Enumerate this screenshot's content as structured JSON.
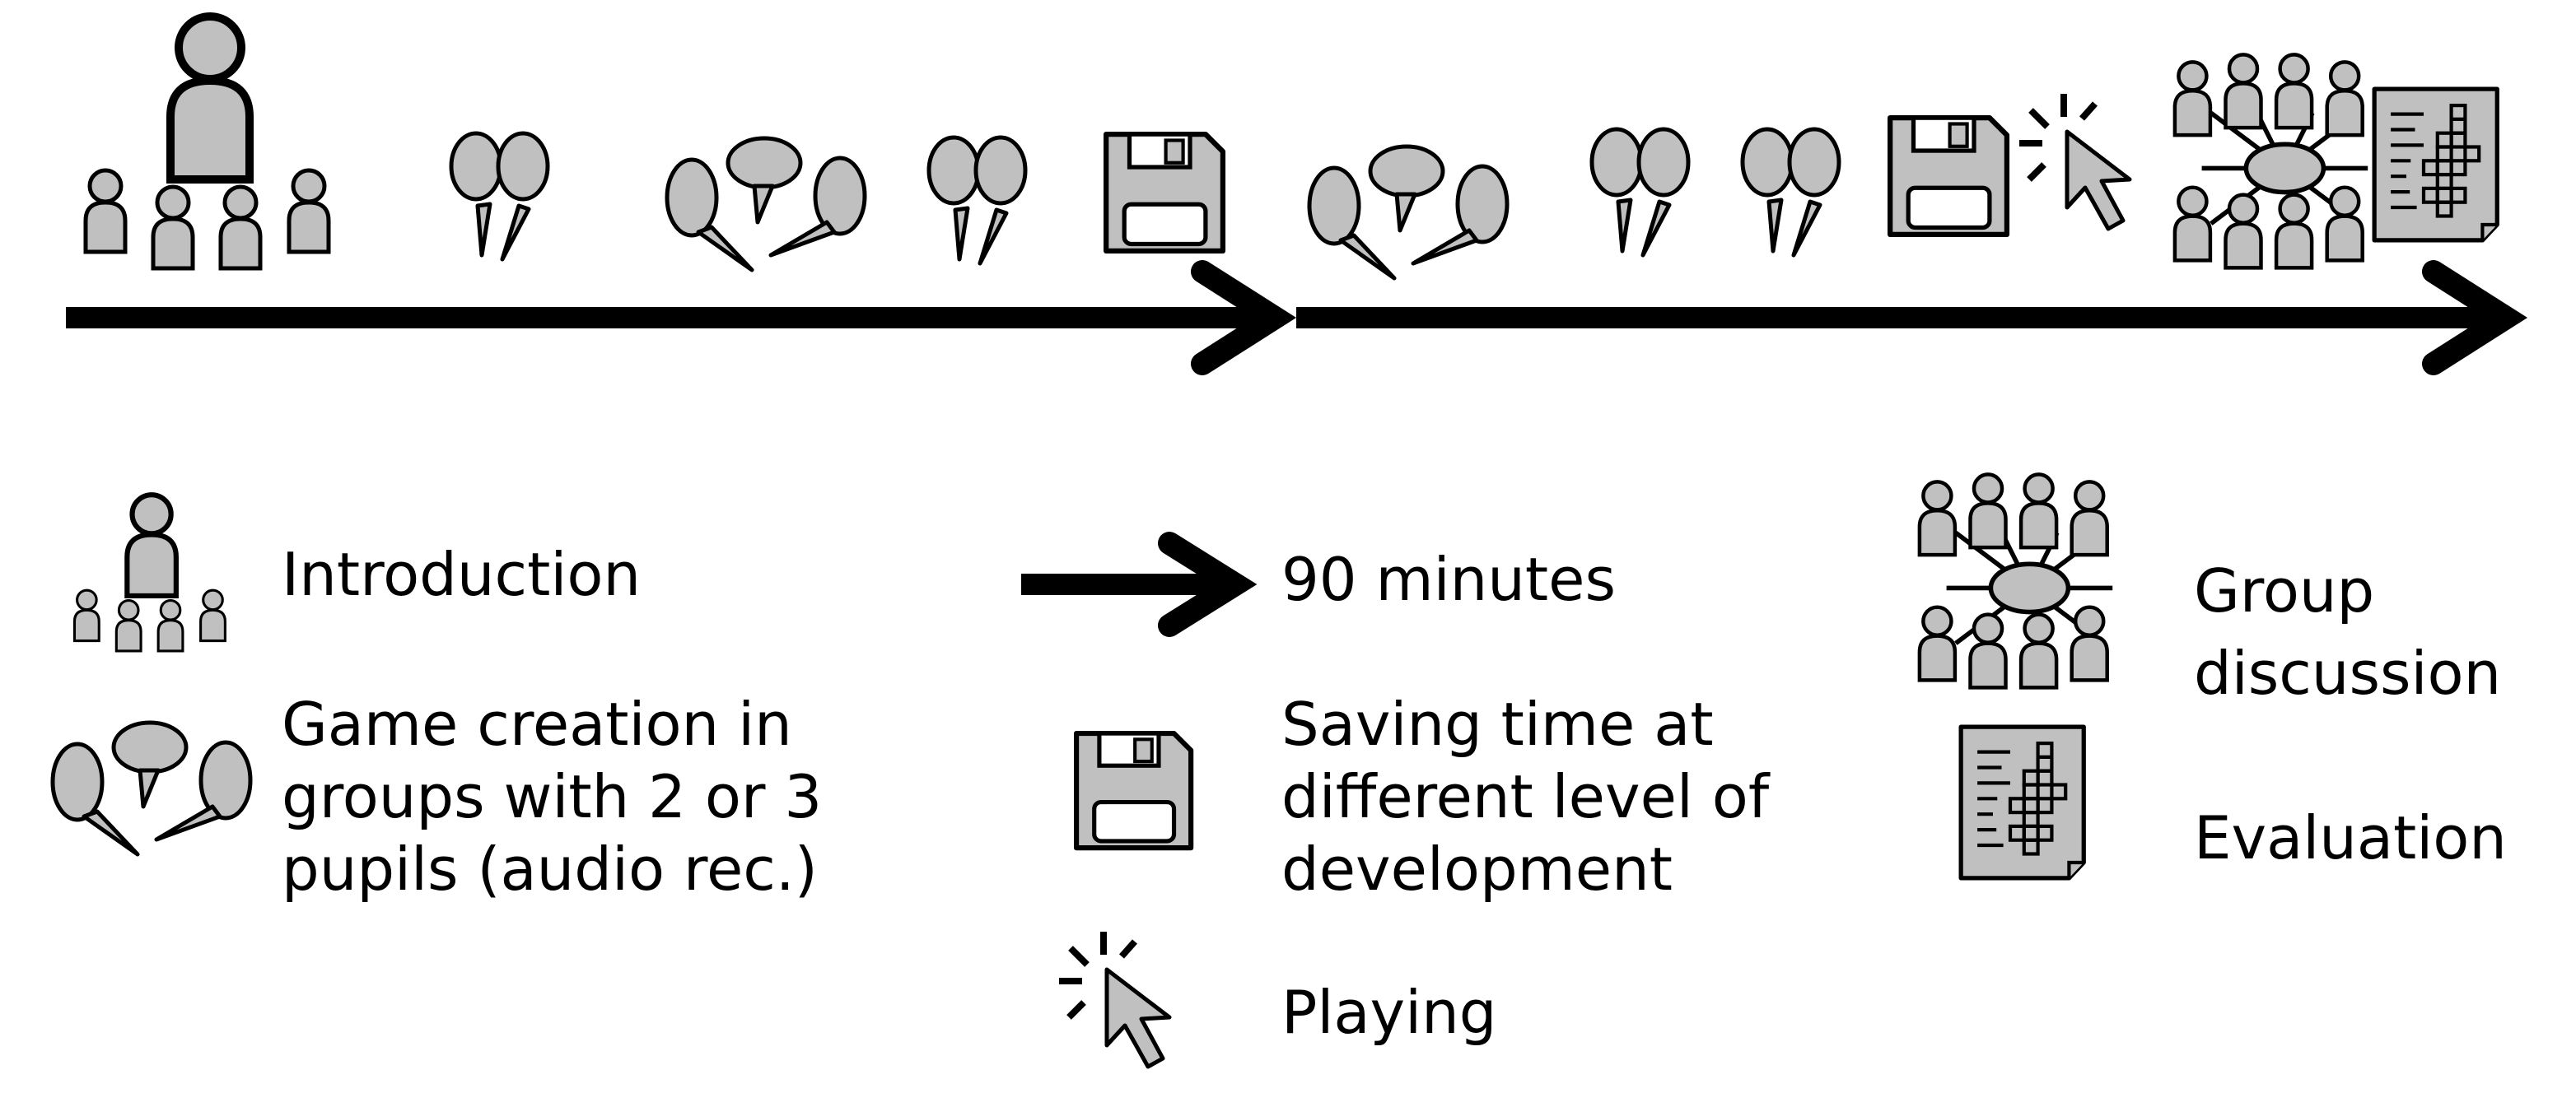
{
  "legend": {
    "introduction": "Introduction",
    "game_creation": [
      "Game creation in",
      "groups with 2 or 3",
      "pupils (audio rec.)"
    ],
    "duration": "90 minutes",
    "saving": [
      "Saving time at",
      "different level of",
      "development"
    ],
    "playing": "Playing",
    "group_discussion": [
      "Group",
      "discussion"
    ],
    "evaluation": "Evaluation"
  },
  "timeline": {
    "first_session": [
      "introduction-icon",
      "pair-speech-icon",
      "group-speech-icon",
      "pair-speech-icon",
      "save-icon"
    ],
    "second_session": [
      "group-speech-icon",
      "pair-speech-icon",
      "pair-speech-icon",
      "save-icon",
      "playing-icon",
      "group-discussion-icon",
      "evaluation-icon"
    ]
  },
  "colors": {
    "icon_fill": "#c0c0c0",
    "stroke": "#000000",
    "background": "#ffffff"
  }
}
